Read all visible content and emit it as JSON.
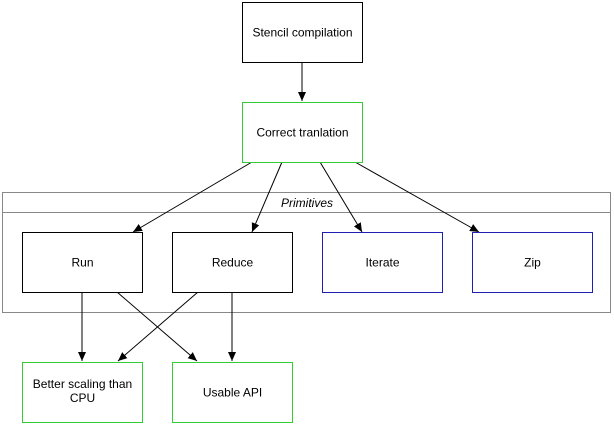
{
  "colors": {
    "default_border": "#000000",
    "goal_border": "#33cc33",
    "primitive_extra_border": "#1f1fb3",
    "group_border": "#888888",
    "edge": "#000000",
    "text": "#000000"
  },
  "group": {
    "label": "Primitives"
  },
  "nodes": {
    "stencil": {
      "label": "Stencil compilation",
      "kind": "default"
    },
    "correct": {
      "label": "Correct tranlation",
      "kind": "goal"
    },
    "run": {
      "label": "Run",
      "kind": "default"
    },
    "reduce": {
      "label": "Reduce",
      "kind": "default"
    },
    "iterate": {
      "label": "Iterate",
      "kind": "primitive_extra"
    },
    "zip": {
      "label": "Zip",
      "kind": "primitive_extra"
    },
    "better_scaling": {
      "label_line1": "Better scaling than",
      "label_line2": "CPU",
      "kind": "goal"
    },
    "usable_api": {
      "label": "Usable API",
      "kind": "goal"
    }
  },
  "edges": [
    {
      "from": "stencil",
      "to": "correct"
    },
    {
      "from": "correct",
      "to": "run"
    },
    {
      "from": "correct",
      "to": "reduce"
    },
    {
      "from": "correct",
      "to": "iterate"
    },
    {
      "from": "correct",
      "to": "zip"
    },
    {
      "from": "run",
      "to": "better_scaling"
    },
    {
      "from": "run",
      "to": "usable_api"
    },
    {
      "from": "reduce",
      "to": "better_scaling"
    },
    {
      "from": "reduce",
      "to": "usable_api"
    }
  ]
}
